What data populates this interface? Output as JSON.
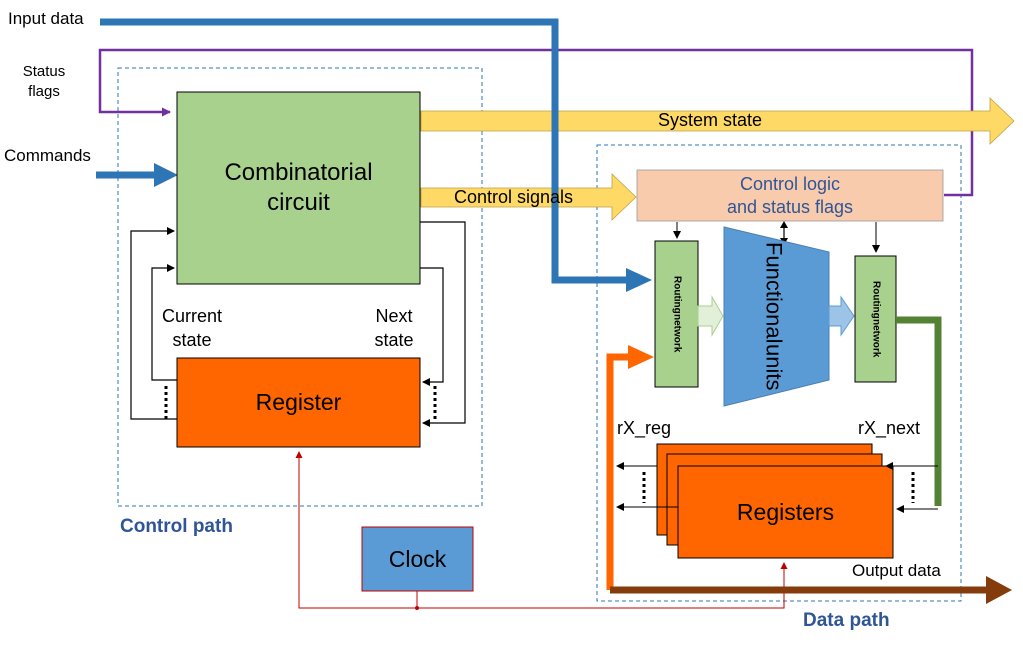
{
  "inputs": {
    "input_data": "Input data",
    "status_flags_line1": "Status",
    "status_flags_line2": "flags",
    "commands": "Commands"
  },
  "control_path": {
    "title": "Control path",
    "combinatorial_line1": "Combinatorial",
    "combinatorial_line2": "circuit",
    "register": "Register",
    "current_state_line1": "Current",
    "current_state_line2": "state",
    "next_state_line1": "Next",
    "next_state_line2": "state"
  },
  "signals": {
    "system_state": "System state",
    "control_signals": "Control signals"
  },
  "data_path": {
    "title": "Data path",
    "control_logic_line1": "Control logic",
    "control_logic_line2": "and status flags",
    "routing_network_line1": "Routing",
    "routing_network_line2": "network",
    "functional_units_line1": "Functional",
    "functional_units_line2": "units",
    "registers": "Registers",
    "rx_reg": "rX_reg",
    "rx_next": "rX_next",
    "output_data": "Output data"
  },
  "clock": {
    "label": "Clock"
  },
  "colors": {
    "combinatorial_fill": "#a9d18e",
    "register_fill": "#ff6600",
    "clock_fill": "#5b9bd5",
    "control_logic_fill": "#f8cbad",
    "functional_units_fill": "#5b9bd5",
    "routing_fill": "#a9d18e",
    "system_state_arrow": "#ffd966",
    "input_data_line": "#2e75b6",
    "status_flags_line": "#7030a0",
    "clock_line": "#c00000",
    "output_data_arrow": "#843c0c",
    "rx_next_line": "#548235",
    "rx_reg_line": "#ff6600",
    "title_color": "#2f5597",
    "dashed_box": "#2e75b6"
  }
}
